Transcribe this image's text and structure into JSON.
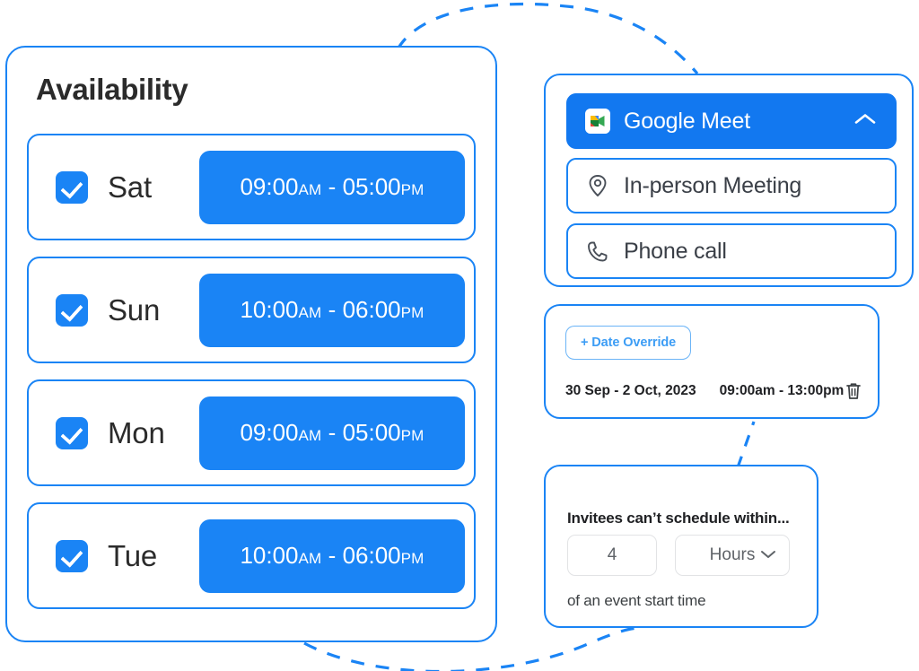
{
  "theme": {
    "accent_blue": "#1a84f5",
    "pill_blue": "#1278f0",
    "light_blue": "#3d9df5",
    "text_dark": "#2b2b2b",
    "border_gray": "#e2e3e5"
  },
  "availability": {
    "title": "Availability",
    "days": [
      {
        "name": "Sat",
        "checked": true,
        "start": "09:00",
        "start_meridiem": "AM",
        "end": "05:00",
        "end_meridiem": "PM"
      },
      {
        "name": "Sun",
        "checked": true,
        "start": "10:00",
        "start_meridiem": "AM",
        "end": "06:00",
        "end_meridiem": "PM"
      },
      {
        "name": "Mon",
        "checked": true,
        "start": "09:00",
        "start_meridiem": "AM",
        "end": "05:00",
        "end_meridiem": "PM"
      },
      {
        "name": "Tue",
        "checked": true,
        "start": "10:00",
        "start_meridiem": "AM",
        "end": "06:00",
        "end_meridiem": "PM"
      }
    ],
    "separator": "-"
  },
  "meeting_location": {
    "options": [
      {
        "label": "Google Meet",
        "icon": "google-meet-icon",
        "selected": true
      },
      {
        "label": "In-person Meeting",
        "icon": "location-pin-icon",
        "selected": false
      },
      {
        "label": "Phone call",
        "icon": "phone-icon",
        "selected": false
      }
    ],
    "collapse_icon": "chevron-up-icon"
  },
  "date_override": {
    "button_label": "+ Date Override",
    "entry": {
      "dates": "30 Sep - 2 Oct, 2023",
      "times": "09:00am - 13:00pm",
      "delete_icon": "trash-icon"
    }
  },
  "buffer": {
    "title": "Invitees can’t schedule within...",
    "amount": "4",
    "unit": "Hours",
    "unit_chevron": "chevron-down-icon",
    "footer": "of an event start time"
  }
}
